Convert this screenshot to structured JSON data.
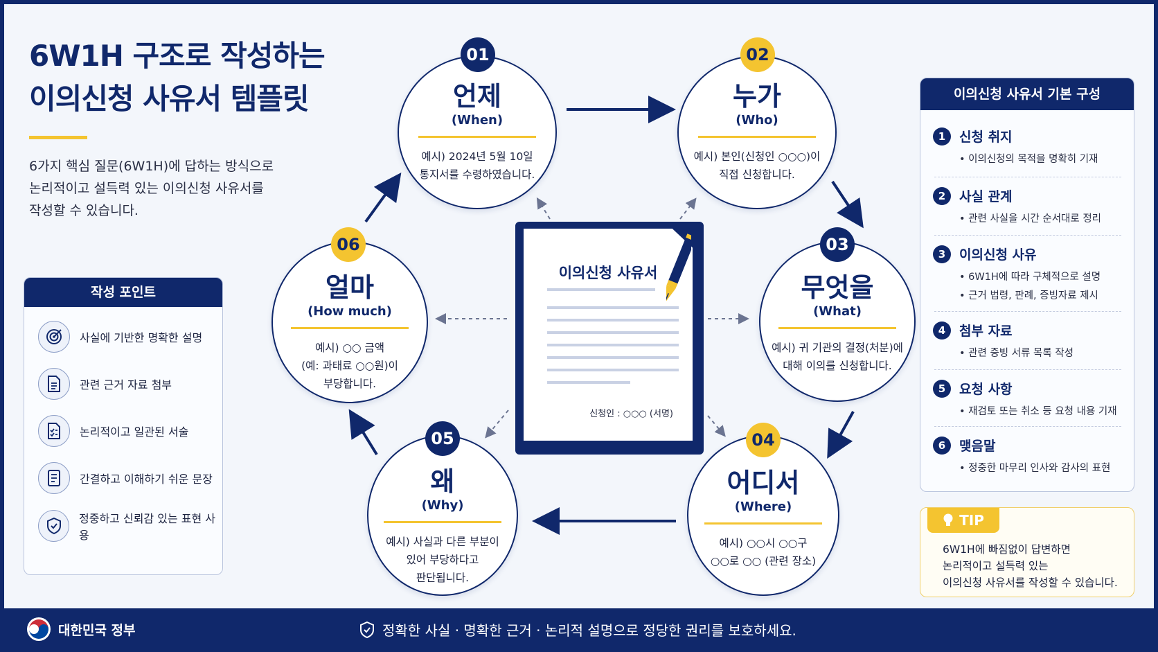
{
  "title": {
    "line1": "6W1H 구조로 작성하는",
    "line2": "이의신청 사유서 템플릿"
  },
  "description": {
    "line1": "6가지 핵심 질문(6W1H)에 답하는 방식으로",
    "line2": "논리적이고 설득력 있는 이의신청 사유서를",
    "line3": "작성할 수 있습니다."
  },
  "points": {
    "title": "작성 포인트",
    "items": [
      {
        "label": "사실에 기반한 명확한 설명",
        "icon": "target-icon"
      },
      {
        "label": "관련 근거 자료 첨부",
        "icon": "document-icon"
      },
      {
        "label": "논리적이고 일관된 서술",
        "icon": "checklist-icon"
      },
      {
        "label": "간결하고 이해하기 쉬운 문장",
        "icon": "notes-icon"
      },
      {
        "label": "정중하고 신뢰감 있는 표현 사용",
        "icon": "shield-check-icon"
      }
    ]
  },
  "cycle": [
    {
      "num": "01",
      "kw": "언제",
      "en": "(When)",
      "ex1": "예시) 2024년 5월 10일",
      "ex2": "통지서를 수령하였습니다.",
      "ex3": ""
    },
    {
      "num": "02",
      "kw": "누가",
      "en": "(Who)",
      "ex1": "예시) 본인(신청인 ○○○)이",
      "ex2": "직접 신청합니다.",
      "ex3": ""
    },
    {
      "num": "03",
      "kw": "무엇을",
      "en": "(What)",
      "ex1": "예시) 귀 기관의 결정(처분)에",
      "ex2": "대해 이의를 신청합니다.",
      "ex3": ""
    },
    {
      "num": "04",
      "kw": "어디서",
      "en": "(Where)",
      "ex1": "예시) ○○시 ○○구",
      "ex2": "○○로 ○○ (관련 장소)",
      "ex3": ""
    },
    {
      "num": "05",
      "kw": "왜",
      "en": "(Why)",
      "ex1": "예시) 사실과 다른 부분이",
      "ex2": "있어 부당하다고",
      "ex3": "판단됩니다."
    },
    {
      "num": "06",
      "kw": "얼마",
      "en": "(How much)",
      "ex1": "예시) ○○ 금액",
      "ex2": "(예: 과태료 ○○원)이",
      "ex3": "부당합니다."
    }
  ],
  "document": {
    "title": "이의신청 사유서",
    "signature": "신청인 : ○○○ (서명)"
  },
  "structure": {
    "title": "이의신청 사유서 기본 구성",
    "items": [
      {
        "num": "1",
        "name": "신청 취지",
        "bullets": [
          "• 이의신청의 목적을 명확히 기재"
        ]
      },
      {
        "num": "2",
        "name": "사실 관계",
        "bullets": [
          "• 관련 사실을 시간 순서대로 정리"
        ]
      },
      {
        "num": "3",
        "name": "이의신청 사유",
        "bullets": [
          "• 6W1H에 따라 구체적으로 설명",
          "• 근거 법령, 판례, 증빙자료 제시"
        ]
      },
      {
        "num": "4",
        "name": "첨부 자료",
        "bullets": [
          "• 관련 증빙 서류 목록 작성"
        ]
      },
      {
        "num": "5",
        "name": "요청 사항",
        "bullets": [
          "• 재검토 또는 취소 등 요청 내용 기재"
        ]
      },
      {
        "num": "6",
        "name": "맺음말",
        "bullets": [
          "• 정중한 마무리 인사와 감사의 표현"
        ]
      }
    ]
  },
  "tip": {
    "label": "TIP",
    "line1": "6W1H에 빠짐없이 답변하면",
    "line2": "논리적이고 설득력 있는",
    "line3": "이의신청 사유서를 작성할 수 있습니다."
  },
  "footer": {
    "gov": "대한민국 정부",
    "slogan": "정확한 사실 · 명확한 근거 · 논리적 설명으로 정당한 권리를 보호하세요."
  },
  "colors": {
    "navy": "#10286b",
    "yellow": "#f4c430"
  }
}
